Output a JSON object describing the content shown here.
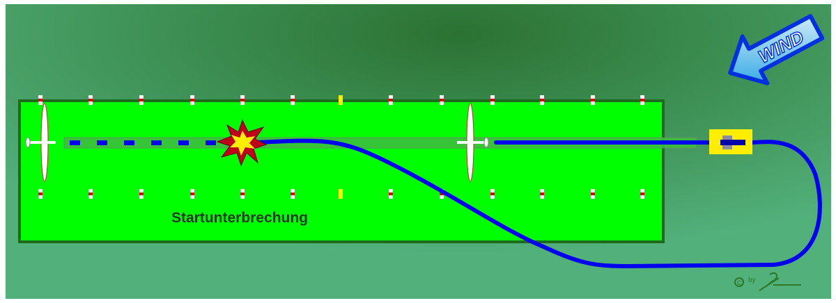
{
  "diagram": {
    "label": "Startunterbrechung",
    "wind_label": "WIND",
    "copyright": "by",
    "colors": {
      "runway": "#00ff00",
      "cable": "#0000ee",
      "winch": "#ffee00",
      "background": "#2f7a3c"
    }
  }
}
